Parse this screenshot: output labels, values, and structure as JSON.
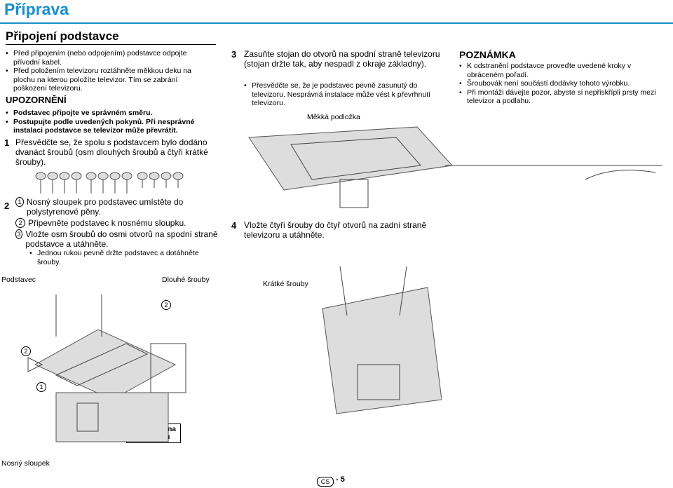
{
  "page": {
    "title": "Příprava",
    "section_title": "Připojení podstavce"
  },
  "intro_bullets": [
    "Před připojením (nebo odpojením) podstavce odpojte přívodní kabel.",
    "Před položením televizoru roztáhněte měkkou deku na plochu na kterou položíte televizor. Tím se zabrání poškození televizoru."
  ],
  "caution": {
    "heading": "UPOZORNĚNÍ",
    "bullets": [
      "Podstavec připojte ve správném směru.",
      "Postupujte podle uvedených pokynů. Při nesprávné instalaci podstavce se televizor může převrátit."
    ]
  },
  "step1": {
    "num": "1",
    "text": "Přesvědčte se, že spolu s podstavcem bylo dodáno dvanáct šroubů (osm dlouhých šroubů a čtyři krátké šrouby)."
  },
  "step2": {
    "num": "2",
    "items": [
      {
        "n": "1",
        "text": "Nosný sloupek pro podstavec umístěte do polystyrenové pěny."
      },
      {
        "n": "2",
        "text": "Připevněte podstavec k nosnému sloupku."
      },
      {
        "n": "3",
        "text": "Vložte osm šroubů do osmi otvorů na spodní straně podstavce a utáhněte."
      }
    ],
    "sub_bullet": "Jednou rukou pevně držte podstavec a dotáhněte šrouby.",
    "labels": {
      "stand": "Podstavec",
      "long_screws": "Dlouhé šrouby",
      "front": "Přední strana televizoru",
      "post": "Nosný sloupek",
      "c1a": "1",
      "c1b": "1",
      "c1c": "1",
      "c2a": "2",
      "c2b": "2"
    }
  },
  "step3": {
    "num": "3",
    "text": "Zasuňte stojan do otvorů na spodní straně televizoru (stojan držte tak, aby nespadl z okraje základny).",
    "bullet": "Přesvědčte se, že je podstavec pevně zasunutý do televizoru. Nesprávná instalace může vést k převrhnutí televizoru.",
    "label_soft_pad": "Měkká podložka"
  },
  "step4": {
    "num": "4",
    "text": "Vložte čtyři šrouby do čtyř otvorů na zadní straně televizoru a utáhněte.",
    "label_short_screws": "Krátké šrouby"
  },
  "note": {
    "heading": "POZNÁMKA",
    "bullets": [
      "K odstranění podstavce proveďte uvedené kroky v obráceném pořadí.",
      "Šroubovák není součástí dodávky tohoto výrobku.",
      "Při montáži dávejte pozor, abyste si nepřiskřípli prsty mezi televizor a podlahu."
    ]
  },
  "footer": {
    "lang": "CS",
    "page": "- 5"
  }
}
